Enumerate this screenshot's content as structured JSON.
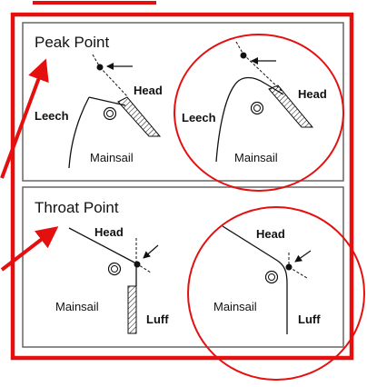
{
  "panels": {
    "peak": {
      "title": "Peak Point",
      "left": {
        "head": "Head",
        "leech": "Leech",
        "mainsail": "Mainsail"
      },
      "right": {
        "head": "Head",
        "leech": "Leech",
        "mainsail": "Mainsail"
      }
    },
    "throat": {
      "title": "Throat Point",
      "left": {
        "head": "Head",
        "mainsail": "Mainsail",
        "luff": "Luff"
      },
      "right": {
        "head": "Head",
        "mainsail": "Mainsail",
        "luff": "Luff"
      }
    }
  },
  "colors": {
    "annotation_red": "#e41010",
    "ink": "#111111",
    "panel_border": "#666666"
  }
}
